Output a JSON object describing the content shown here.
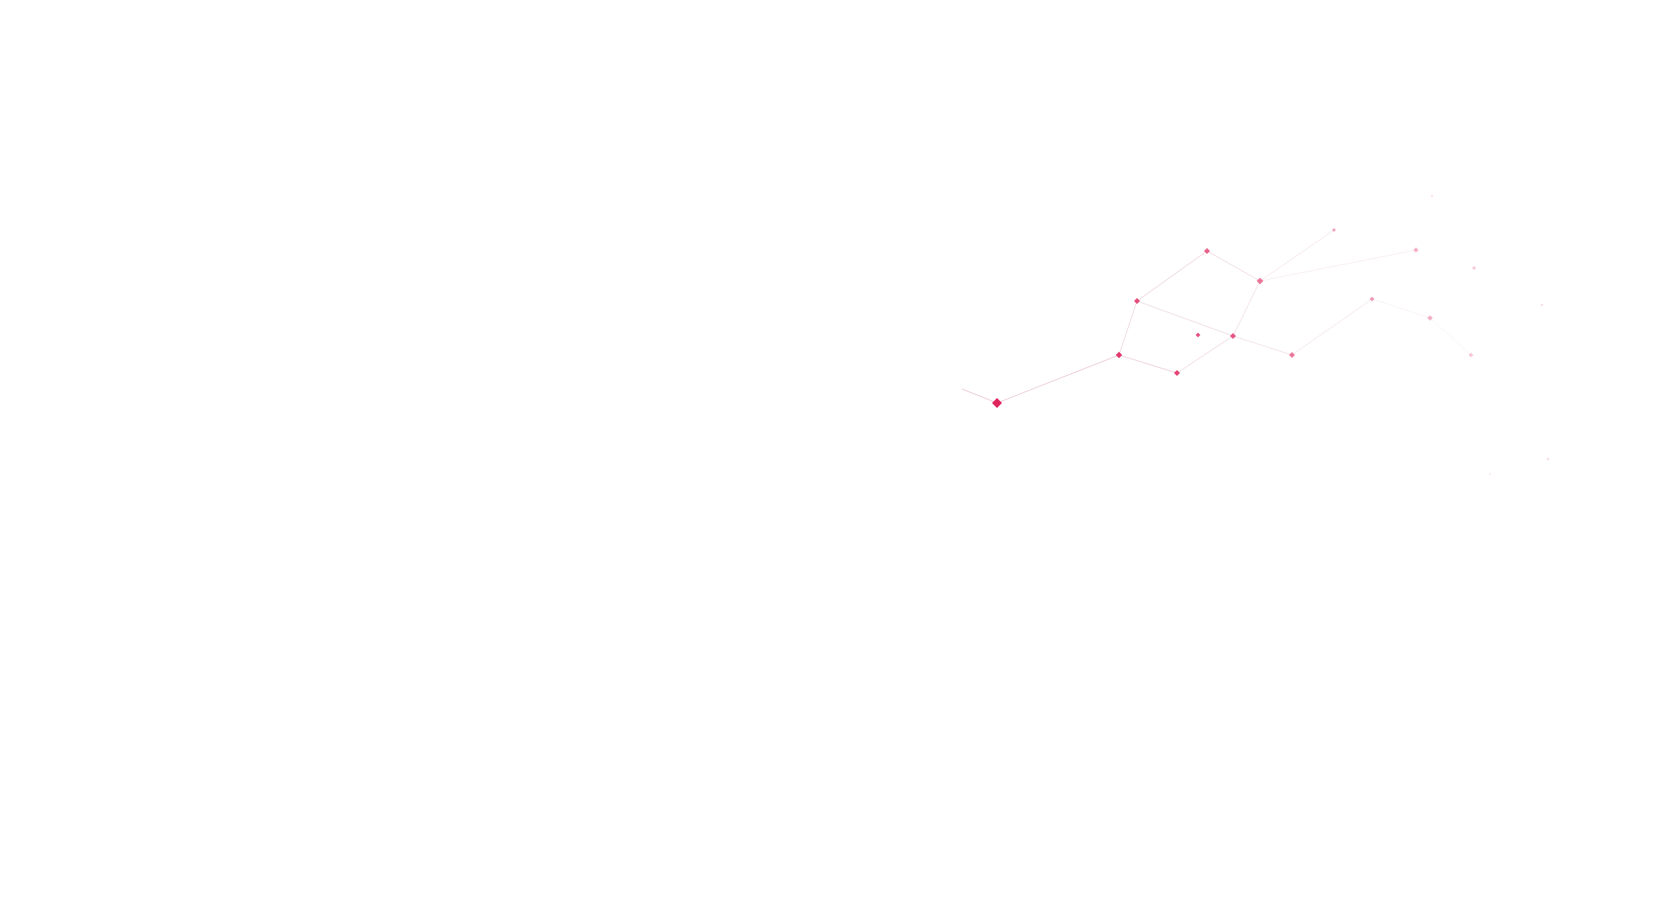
{
  "scene": {
    "background_color": "#ffffff",
    "accent_color": "#e0245e",
    "edge_color": "#e8c8d2",
    "node_shape": "diamond",
    "node_count": 20,
    "edge_count": 15,
    "text": []
  }
}
